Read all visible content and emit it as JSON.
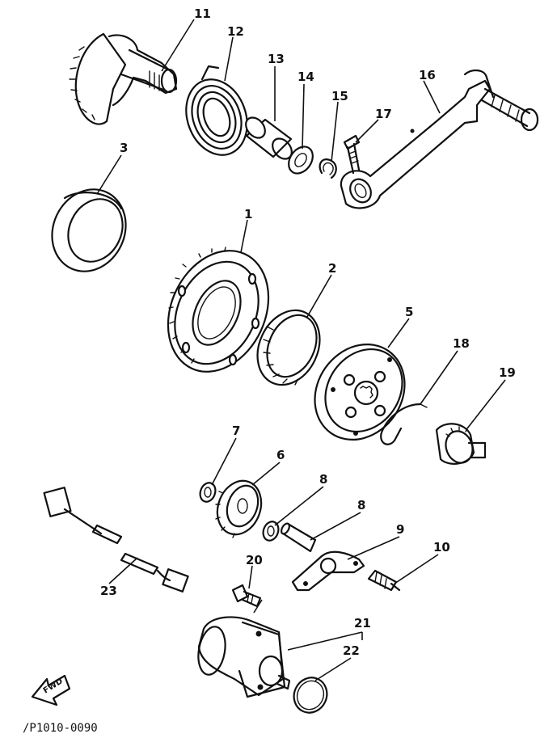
{
  "diagram": {
    "caption": "/P1010-0090",
    "direction_marker": "FWD",
    "callouts": [
      "1",
      "2",
      "3",
      "5",
      "6",
      "7",
      "8",
      "8",
      "9",
      "10",
      "11",
      "12",
      "13",
      "14",
      "15",
      "16",
      "17",
      "18",
      "19",
      "20",
      "21",
      "22",
      "23"
    ]
  },
  "colors": {
    "ink": "#111111",
    "paper": "#ffffff"
  }
}
